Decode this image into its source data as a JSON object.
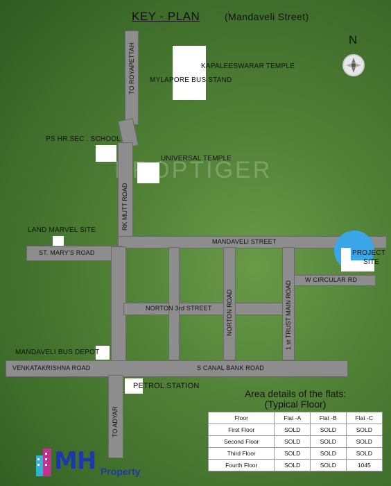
{
  "header": {
    "title": "KEY - PLAN",
    "subtitle": "(Mandaveli Street)",
    "north": "N"
  },
  "watermark": "PROPTIGER",
  "roads": {
    "to_royapettah": "TO ROYAPETTAH",
    "rk_mutt_road": "RK MUTT ROAD",
    "mandaveli_street": "MANDAVELI STREET",
    "st_marys_road": "ST. MARY'S ROAD",
    "w_circular_rd": "W CIRCULAR RD",
    "norton_3rd_street": "NORTON 3rd STREET",
    "norton_road": "NORTON ROAD",
    "first_trust_main_road": "1 st TRUST MAIN ROAD",
    "venkatakrishna_road": "VENKATAKRISHNA  ROAD",
    "s_canal_bank_road": "S  CANAL BANK ROAD",
    "to_adyar": "TO ADYAR"
  },
  "landmarks": {
    "kapaleeswarar_temple": "KAPALEESWARAR TEMPLE",
    "mylapore_bus_stand": "MYLAPORE BUS STAND",
    "ps_school": "PS HR.SEC . SCHOOL",
    "universal_temple": "UNIVERSAL TEMPLE",
    "land_marvel_site": "LAND MARVEL SITE",
    "project_site_line1": "PROJECT",
    "project_site_line2": "SITE",
    "mandaveli_bus_depot": "MANDAVELI BUS DEPOT",
    "petrol_station": "PETROL STATION"
  },
  "area_details": {
    "title_line1": "Area details of the flats:",
    "title_line2": "(Typical Floor)",
    "headers": [
      "Floor",
      "Flat -A",
      "Flat -B",
      "Flat -C"
    ],
    "rows": [
      [
        "First Floor",
        "SOLD",
        "SOLD",
        "SOLD"
      ],
      [
        "Second Floor",
        "SOLD",
        "SOLD",
        "SOLD"
      ],
      [
        "Third Floor",
        "SOLD",
        "SOLD",
        "SOLD"
      ],
      [
        "Fourth Floor",
        "SOLD",
        "SOLD",
        "1045"
      ]
    ]
  },
  "logo": {
    "mark": "MH",
    "text": "Property"
  },
  "colors": {
    "background": "#4f7f35",
    "road": "#8d8d8d",
    "project_site": "#3aa6e8",
    "logo": "#1b3aa8"
  }
}
